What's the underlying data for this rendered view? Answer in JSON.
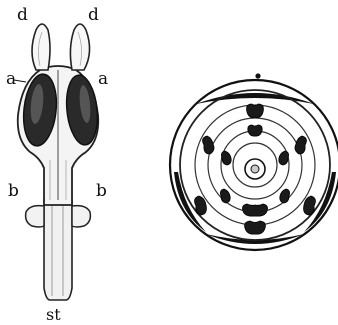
{
  "figure": {
    "labels": {
      "d_left": "d",
      "d_right": "d",
      "a_left": "a",
      "a_right": "a",
      "b_left": "b",
      "b_right": "b",
      "st": "st"
    }
  }
}
